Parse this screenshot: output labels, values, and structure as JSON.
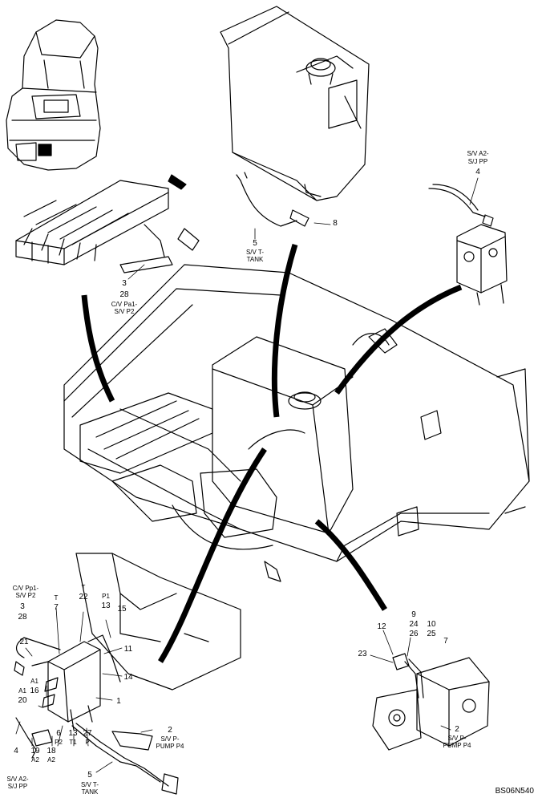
{
  "callouts": {
    "sv_a2_sj_pp_top": {
      "line1": "S/V A2-",
      "line2": "S/J PP",
      "num": "4"
    },
    "sv_t_tank_top": {
      "num": "5",
      "line1": "S/V T-",
      "line2": "TANK"
    },
    "item_8": "8",
    "cv_pa1_sv_p2": {
      "num1": "3",
      "num2": "28",
      "line1": "C/V Pa1-",
      "line2": "S/V P2"
    },
    "cv_pp1_sv_p2": {
      "line1": "C/V Pp1-",
      "line2": "S/V P2",
      "num1": "3",
      "num2": "28"
    },
    "port_t_left": {
      "letter": "T",
      "num": "7"
    },
    "port_t_right": {
      "letter": "T",
      "num": "22"
    },
    "port_p1": {
      "letter": "P1",
      "num": "13"
    },
    "item_15": "15",
    "item_21": "21",
    "item_11": "11",
    "item_14": "14",
    "a1_16": {
      "letter": "A1",
      "num": "16"
    },
    "a1_20": {
      "letter": "A1",
      "num": "20"
    },
    "item_1": "1",
    "bottom_row": [
      {
        "num": "4",
        "text": ""
      },
      {
        "num": "19",
        "text": "A2"
      },
      {
        "num": "18",
        "text": "A2"
      },
      {
        "num": "6",
        "text": "P2"
      },
      {
        "num": "13",
        "text": "T1"
      },
      {
        "num": "27",
        "text": "P"
      }
    ],
    "sv_a2_sj_pp_bottom": {
      "line1": "S/V A2-",
      "line2": "S/J PP"
    },
    "sv_p_pump_p4_left": {
      "num": "2",
      "line1": "S/V P-",
      "line2": "PUMP P4"
    },
    "sv_t_tank_bottom": {
      "num": "5",
      "line1": "S/V T-",
      "line2": "TANK"
    },
    "pump_nums": {
      "n9": "9",
      "n24": "24",
      "n26": "26",
      "n10": "10",
      "n25": "25",
      "n7": "7",
      "n12": "12",
      "n23": "23"
    },
    "sv_p_pump_p4_right": {
      "num": "2",
      "line1": "S/V P-",
      "line2": "PUMP P4"
    }
  },
  "drawing_code": "BS06N540"
}
